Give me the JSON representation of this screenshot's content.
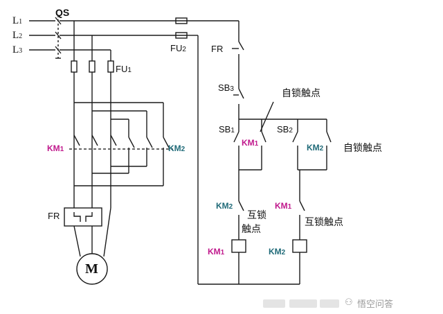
{
  "labels": {
    "qs": "QS",
    "l1": "L",
    "l1_sub": "1",
    "l2": "L",
    "l2_sub": "2",
    "l3": "L",
    "l3_sub": "3",
    "fu1": "FU",
    "fu1_sub": "1",
    "fu2": "FU",
    "fu2_sub": "2",
    "km_left_pink": "KM",
    "km_left_pink_sub": "1",
    "km_left_teal": "KM",
    "km_left_teal_sub": "2",
    "fr_left": "FR",
    "motor": "M",
    "fr_ctrl": "FR",
    "sb3": "SB",
    "sb3_sub": "3",
    "sb1": "SB",
    "sb1_sub": "1",
    "sb2": "SB",
    "sb2_sub": "2",
    "km1_self": "KM",
    "km1_self_sub": "1",
    "km2_self": "KM",
    "km2_self_sub": "2",
    "km2_interlock": "KM",
    "km2_interlock_sub": "2",
    "km1_interlock": "KM",
    "km1_interlock_sub": "1",
    "km1_coil": "KM",
    "km1_coil_sub": "1",
    "km2_coil": "KM",
    "km2_coil_sub": "2",
    "self_lock_1": "自锁触点",
    "self_lock_2": "自锁触点",
    "interlock_1a": "互锁",
    "interlock_1b": "触点",
    "interlock_2": "互锁触点",
    "watermark": "悟空问答"
  },
  "colors": {
    "wire": "#1a1a1a",
    "km1": "#c0188c",
    "km2": "#1f6a78",
    "dashed": "#333333",
    "watermark": "#9a9a9a"
  }
}
